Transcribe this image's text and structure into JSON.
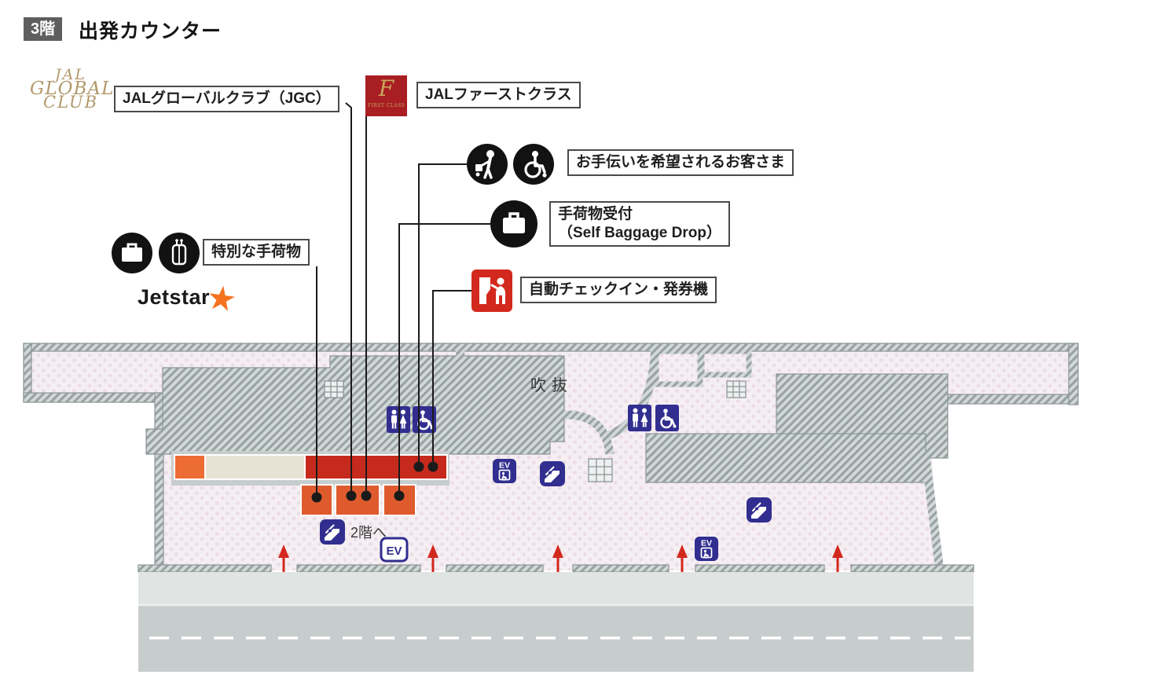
{
  "header": {
    "floor_badge": "3階",
    "title": "出発カウンター"
  },
  "legend": {
    "jgc_logo": {
      "line1": "JAL",
      "line2": "GLOBAL",
      "line3": "CLUB"
    },
    "jgc_label": "JALグローバルクラブ（JGC）",
    "first_class_logo": {
      "letter": "F",
      "caption": "FIRST CLASS"
    },
    "first_class_label": "JALファーストクラス",
    "assistance_label": "お手伝いを希望されるお客さま",
    "baggage_drop_label_jp": "手荷物受付",
    "baggage_drop_label_en": "（Self Baggage Drop）",
    "checkin_label": "自動チェックイン・発券機",
    "special_baggage_label": "特別な手荷物",
    "jetstar_text": "Jetstar",
    "jetstar_star": "★"
  },
  "map": {
    "atrium_label": "吹抜",
    "to_second_floor_label": "2階へ",
    "elevator_icon_label": "EV",
    "elevator_badge_label": "EV",
    "zones": {
      "jetstar_counter_color": "#ED6C33",
      "closed_counter_color": "#E6E2D4",
      "jal_counter_color": "#C62A1C",
      "kiosk_island_color": "#DF5B2D"
    }
  },
  "colors": {
    "facility_blue": "#312E90",
    "arrow_red": "#D3281E",
    "first_class_red": "#A81E23",
    "gold": "#B2996B",
    "wall_gray": "#97A1A1",
    "floor_pink": "#F5EEF2",
    "road_gray": "#C7CDCD",
    "sidewalk_gray": "#E0E4E3",
    "badge_gray": "#5E5E5E"
  }
}
